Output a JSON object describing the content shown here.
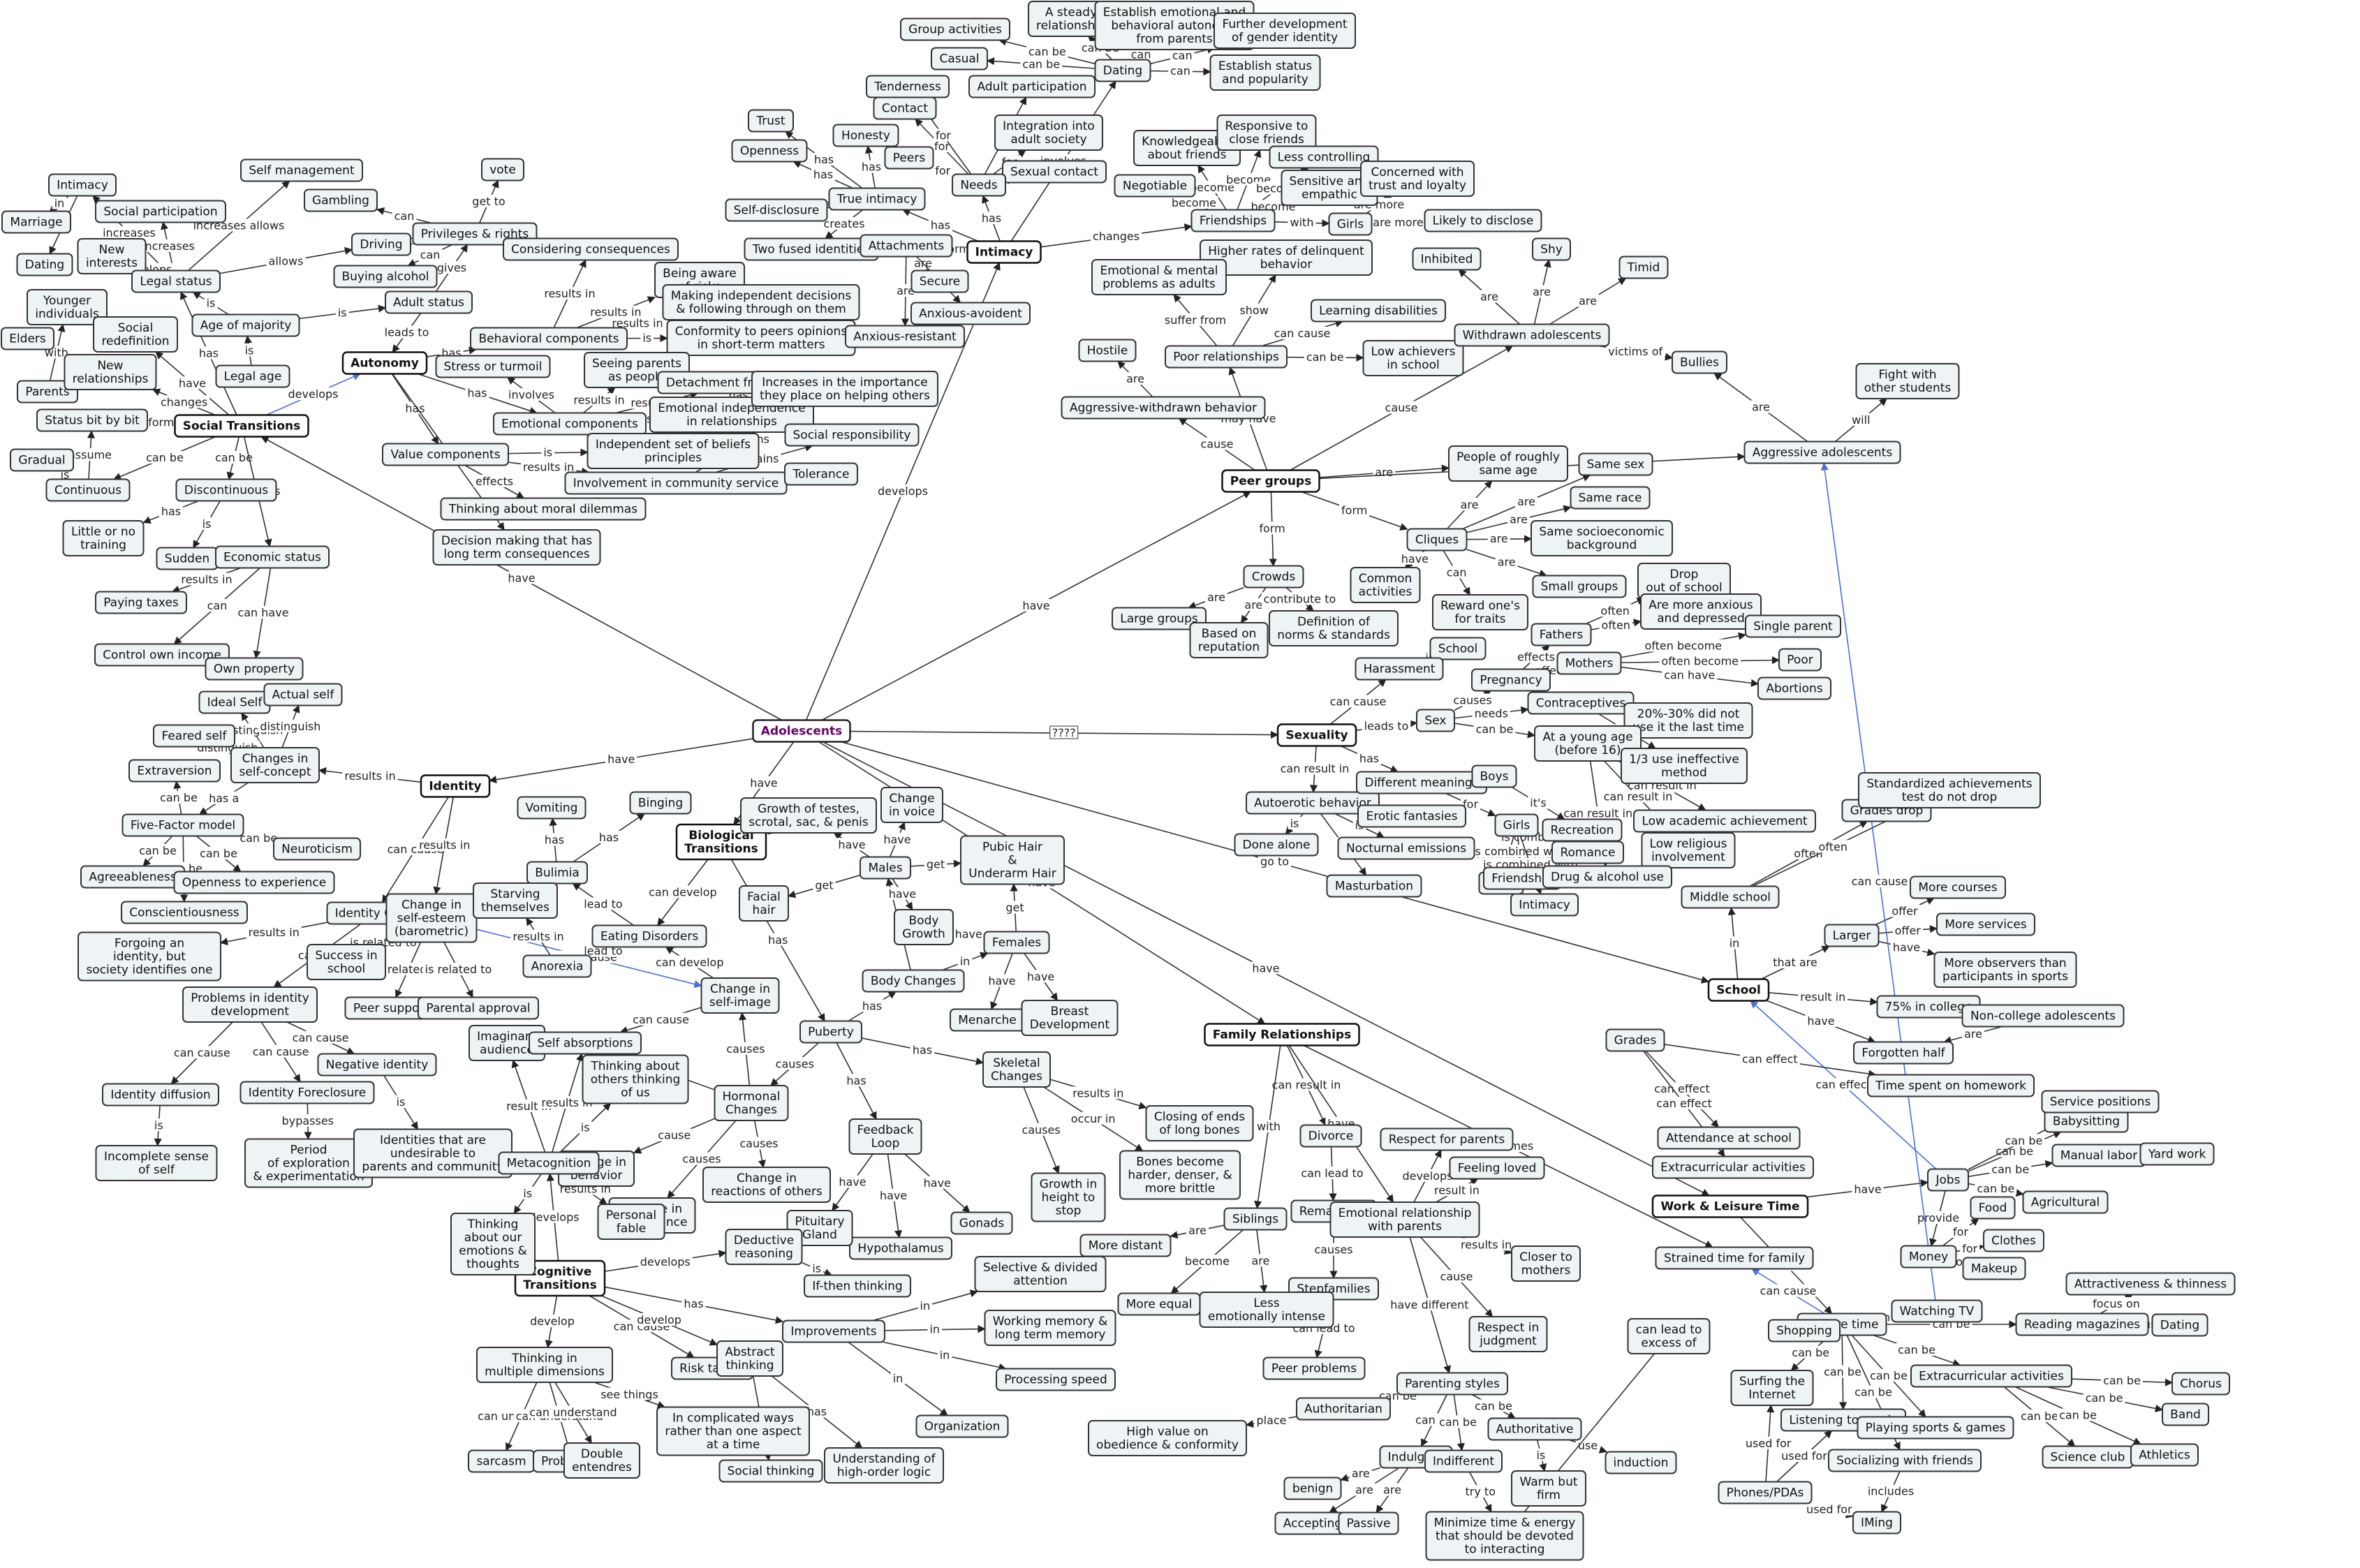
{
  "root": "Adolescents",
  "nodes": {
    "adol": "Adolescents",
    "sextr": "Social Transitions",
    "autonomy": "Autonomy",
    "intimacy": "Intimacy",
    "identity": "Identity",
    "bio": "Biological\nTransitions",
    "cog": "Cognitive\nTransitions",
    "peer": "Peer groups",
    "sexuality": "Sexuality",
    "family": "Family Relationships",
    "school": "School",
    "work": "Work & Leisure Time",
    "intim_top": "Intimacy",
    "marriage": "Marriage",
    "dating_l": "Dating",
    "socpart": "Social participation",
    "selfmgmt": "Self management",
    "vote": "vote",
    "gambling": "Gambling",
    "privrights": "Privileges & rights",
    "consider": "Considering consequences",
    "driving": "Driving",
    "buying": "Buying alcohol",
    "newint": "New\ninterests",
    "legal": "Legal status",
    "youngerind": "Younger\nindividuals",
    "elders": "Elders",
    "parents_l": "Parents",
    "socredef": "Social\nredefinition",
    "newrel": "New\nrelationships",
    "agemaj": "Age of majority",
    "adultstat": "Adult status",
    "legalage": "Legal age",
    "statusbit": "Status bit by bit",
    "gradual": "Gradual",
    "continuous": "Continuous",
    "discont": "Discontinuous",
    "littleno": "Little or no\ntraining",
    "sudden": "Sudden",
    "econ": "Economic status",
    "paytax": "Paying taxes",
    "control": "Control own income",
    "ownprop": "Own property",
    "behav": "Behavioral components",
    "beingaware": "Being aware\nof risks",
    "makingind": "Making independent decisions\n& following through on them",
    "conform": "Conformity to peers opinions\nin short-term matters",
    "stress": "Stress or turmoil",
    "seeing": "Seeing parents\nas people",
    "detach": "Detachment from parents",
    "emocomp": "Emotional components",
    "emoind": "Emotional independence\nin relationships",
    "valuecomp": "Value components",
    "indbel": "Independent set of beliefs\nprinciples",
    "incimp": "Increases in the importance\nthey place on helping others",
    "socresp": "Social responsibility",
    "involve": "Involvement in community service",
    "tolerance": "Tolerance",
    "moral": "Thinking about moral dilemmas",
    "decision": "Decision making that has\nlong term consequences",
    "grpact": "Group activities",
    "steady": "A steady\nrelationship",
    "establish": "Establish emotional and\nbehavioral autonomy\nfrom parents",
    "further": "Further development\nof gender identity",
    "casual": "Casual",
    "dating": "Dating",
    "estatus": "Establish status\nand popularity",
    "tender": "Tenderness",
    "adultpart": "Adult participation",
    "trust": "Trust",
    "contact": "Contact",
    "honesty": "Honesty",
    "openness": "Openness",
    "peers_n": "Peers",
    "integ": "Integration into\nadult society",
    "sexcontact": "Sexual contact",
    "selfdisc": "Self-disclosure",
    "trueint": "True intimacy",
    "needs": "Needs",
    "twofused": "Two fused identities",
    "attach": "Attachments",
    "secure": "Secure",
    "anxavoid": "Anxious-avoident",
    "anxres": "Anxious-resistant",
    "knowledge": "Knowledgeable\nabout friends",
    "responsive": "Responsive to\nclose friends",
    "lesscontrol": "Less controlling",
    "negotiable": "Negotiable",
    "sensitive": "Sensitive and\nempathic",
    "concerned": "Concerned with\ntrust and loyalty",
    "friendships": "Friendships",
    "girls_f": "Girls",
    "likely": "Likely to disclose",
    "higher": "Higher rates of delinquent\nbehavior",
    "emoment": "Emotional & mental\nproblems as adults",
    "learn": "Learning disabilities",
    "poorrel": "Poor relationships",
    "lowach": "Low achievers\nin school",
    "hostile": "Hostile",
    "aggwith": "Aggressive-withdrawn behavior",
    "shy": "Shy",
    "inhibited": "Inhibited",
    "timid": "Timid",
    "withdrawn": "Withdrawn adolescents",
    "bullies": "Bullies",
    "fight": "Fight with\nother students",
    "aggressive": "Aggressive adolescents",
    "roughly": "People of roughly\nsame age",
    "samesex": "Same sex",
    "samerace": "Same race",
    "sameses": "Same socioeconomic\nbackground",
    "cliques": "Cliques",
    "smallgrp": "Small groups",
    "crowds": "Crowds",
    "common": "Common\nactivities",
    "reward": "Reward one's\nfor traits",
    "largegrp": "Large groups",
    "basedrep": "Based on\nreputation",
    "defnorm": "Definition of\nnorms & standards",
    "drop": "Drop\nout of school",
    "anxious": "Are more anxious\nand depressed",
    "singlepar": "Single parent",
    "fathers": "Fathers",
    "mothers": "Mothers",
    "poor": "Poor",
    "abortions": "Abortions",
    "school_s": "School",
    "harass": "Harassment",
    "pregnancy": "Pregnancy",
    "contra": "Contraceptives",
    "sex": "Sex",
    "twenty": "20%-30% did not\nuse it the last time",
    "young": "At a young age\n(before 16)",
    "onethird": "1/3 use ineffective\nmethod",
    "autoer": "Autoerotic behavior",
    "diffmean": "Different meanings",
    "boys": "Boys",
    "erotic": "Erotic fantasies",
    "donealone": "Done alone",
    "nocturnal": "Nocturnal emissions",
    "girls_s": "Girls",
    "recreation": "Recreation",
    "romance": "Romance",
    "lowacad": "Low academic achievement",
    "lowrel": "Low religious\ninvolvement",
    "mastur": "Masturbation",
    "love": "Love",
    "friendship": "Friendship",
    "drugalc": "Drug & alcohol use",
    "intim2": "Intimacy",
    "idealself": "Ideal Self",
    "actualself": "Actual self",
    "fearedself": "Feared self",
    "changes_sc": "Changes in\nself-concept",
    "extra": "Extraversion",
    "ffm": "Five-Factor model",
    "neuro": "Neuroticism",
    "agree": "Agreeableness",
    "openexp": "Openness to experience",
    "consc": "Conscientiousness",
    "idcrisis": "Identity Crisis",
    "forgoing": "Forgoing an\nidentity, but\nsociety identifies one",
    "changeesteem": "Change in\nself-esteem\n(barometric)",
    "success": "Success in\nschool",
    "peersup": "Peer support",
    "parapp": "Parental approval",
    "probid": "Problems in identity\ndevelopment",
    "iddiff": "Identity diffusion",
    "idfore": "Identity Foreclosure",
    "negid": "Negative identity",
    "incomplete": "Incomplete sense\nof self",
    "period": "Period\nof exploration\n& experimentation",
    "idund": "Identities that are\nundesirable to\nparents and community",
    "vomit": "Vomiting",
    "binging": "Binging",
    "bulimia": "Bulimia",
    "starving": "Starving\nthemselves",
    "anorexia": "Anorexia",
    "eating": "Eating Disorders",
    "selfimage": "Change in\nself-image",
    "growth": "Growth of testes,\nscrotal, sac, & penis",
    "voice": "Change\nin voice",
    "males": "Males",
    "pubic": "Pubic Hair\n&\nUnderarm Hair",
    "facial": "Facial\nhair",
    "bodygrowth": "Body\nGrowth",
    "females": "Females",
    "bodych": "Body Changes",
    "menarche": "Menarche",
    "breast": "Breast\nDevelopment",
    "puberty": "Puberty",
    "skeletal": "Skeletal\nChanges",
    "closing": "Closing of ends\nof long bones",
    "bones": "Bones become\nharder, denser, &\nmore brittle",
    "heightg": "Growth in\nheight to\nstop",
    "feedback": "Feedback\nLoop",
    "hypoth": "Hypothalamus",
    "gonads": "Gonads",
    "pituitary": "Pituitary\nGland",
    "hormonal": "Hormonal\nChanges",
    "chreact": "Change in\nreactions of others",
    "chapp": "Change in\nappearance",
    "imagaud": "Imaginary\naudience",
    "selfabs": "Self absorptions",
    "thinkothers": "Thinking about\nothers thinking\nof us",
    "chbehav": "Change in\nbehavior",
    "metacog": "Metacognition",
    "personal": "Personal\nfable",
    "thinkemo": "Thinking\nabout our\nemotions &\nthoughts",
    "deductive": "Deductive\nreasoning",
    "ifthen": "If-then thinking",
    "selective": "Selective & divided\nattention",
    "workmem": "Working memory &\nlong term memory",
    "improve": "Improvements",
    "speed": "Processing speed",
    "organize": "Organization",
    "multidim": "Thinking in\nmultiple dimensions",
    "risk": "Risk taking",
    "abstract": "Abstract\nthinking",
    "sarcasm": "sarcasm",
    "prob": "Probability",
    "double": "Double\nentendres",
    "complicated": "In complicated ways\nrather than one aspect\nat a time",
    "socthink": "Social thinking",
    "higher_o": "Understanding of\nhigh-order logic",
    "divorce": "Divorce",
    "remarriage": "Remarriage",
    "stepfam": "Stepfamilies",
    "peerprob": "Peer problems",
    "siblings": "Siblings",
    "moredist": "More distant",
    "moreequal": "More equal",
    "lessemo": "Less\nemotionally intense",
    "emorel": "Emotional relationship\nwith parents",
    "respect": "Respect for parents",
    "feelingloved": "Feeling loved",
    "closer": "Closer to\nmothers",
    "respjudg": "Respect in\njudgment",
    "parstyles": "Parenting styles",
    "authoritarian": "Authoritarian",
    "authoritative": "Authoritative",
    "highval": "High value on\nobedience & conformity",
    "induction": "induction",
    "indulgent": "Indulgent",
    "indifferent": "Indifferent",
    "warm": "Warm but\nfirm",
    "benign": "benign",
    "accepting": "Accepting",
    "passive": "Passive",
    "minimize": "Minimize time & energy\nthat should be devoted\nto interacting",
    "strained": "Strained time for family",
    "canlead": "can lead to\nexcess of",
    "gradesdrop": "Grades drop",
    "standard": "Standardized achievements\ntest do not drop",
    "middle": "Middle school",
    "larger": "Larger",
    "morecourses": "More courses",
    "moreserv": "More services",
    "moreobs": "More observers than\nparticipants in sports",
    "seventyfive": "75% in college",
    "grades": "Grades",
    "noncollege": "Non-college adolescents",
    "forgotten": "Forgotten half",
    "timehw": "Time spent on homework",
    "attend": "Attendance at school",
    "extraact": "Extracurricular activities",
    "babysit": "Babysitting",
    "servpos": "Service positions",
    "manual": "Manual labor",
    "yard": "Yard work",
    "jobs": "Jobs",
    "agri": "Agricultural",
    "food": "Food",
    "money": "Money",
    "clothes": "Clothes",
    "makeup": "Makeup",
    "watchtv": "Watching TV",
    "attract": "Attractiveness & thinness",
    "readmag": "Reading magazines",
    "dating_w": "Dating",
    "leisure": "Leisure time",
    "shopping": "Shopping",
    "surfing": "Surfing the\nInternet",
    "extracur2": "Extracurricular activities",
    "chorus": "Chorus",
    "band": "Band",
    "music": "Listening to music",
    "sports": "Playing sports & games",
    "socializing": "Socializing with friends",
    "science": "Science club",
    "athletics": "Athletics",
    "phones": "Phones/PDAs",
    "iming": "IMing"
  },
  "labels": {
    "have": "have",
    "develops": "develops",
    "has": "has",
    "can be": "can be",
    "can": "can",
    "form": "form",
    "changes": "changes",
    "is": "is",
    "are": "are",
    "in": "in",
    "get to": "get to",
    "increases": "increases",
    "increases allows": "increases allows",
    "allows": "allows",
    "gives": "gives",
    "leads to": "leads to",
    "with": "with",
    "assume": "assume",
    "results in": "results in",
    "can have": "can have",
    "involves": "involves",
    "gains": "gains",
    "effects": "effects",
    "for": "for",
    "creates": "creates",
    "forms": "forms",
    "become": "become",
    "are more": "are more",
    "suffer from": "suffer from",
    "show": "show",
    "can cause": "can cause",
    "may have": "may have",
    "cause": "cause",
    "causes": "causes",
    "victims of": "victims of",
    "will": "will",
    "contribute to": "contribute to",
    "often": "often",
    "often become": "often become",
    "needs": "needs",
    "use": "use",
    "can result in": "can result in",
    "it's": "it's",
    "is combined with": "is combined with",
    "distinguish": "distinguish",
    "has a": "has a",
    "is related to": "is related to",
    "bypasses": "bypasses",
    "lead to": "lead to",
    "can develop": "can develop",
    "get": "get",
    "occur in": "occur in",
    "result in": "result in",
    "see things": "see things",
    "can understand": "can understand",
    "develop": "develop",
    "can lead to": "can lead to",
    "have different": "have different",
    "try to": "try to",
    "place": "place",
    "becomes": "becomes",
    "that are": "that are",
    "offer": "offer",
    "can effect": "can effect",
    "provide": "provide",
    "focus on": "focus on",
    "used for": "used for",
    "includes": "includes",
    "go to": "go to",
    "qqqq": "????"
  }
}
